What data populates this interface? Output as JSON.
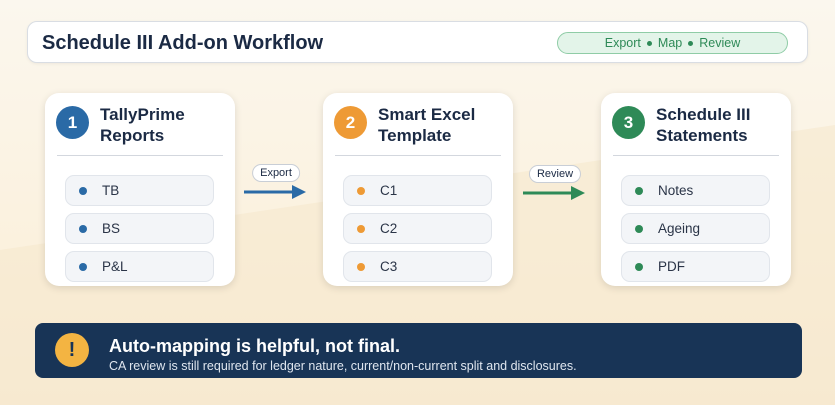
{
  "header": {
    "title": "Schedule III Add-on Workflow",
    "pill": [
      "Export",
      "Map",
      "Review"
    ]
  },
  "steps": [
    {
      "number": "1",
      "title": "TallyPrime Reports",
      "color": "#2a6aa6",
      "items": [
        "TB",
        "BS",
        "P&L"
      ]
    },
    {
      "number": "2",
      "title": "Smart Excel Template",
      "color": "#ee9a35",
      "items": [
        "C1",
        "C2",
        "C3"
      ]
    },
    {
      "number": "3",
      "title": "Schedule III Statements",
      "color": "#2e8a57",
      "items": [
        "Notes",
        "Ageing",
        "PDF"
      ]
    }
  ],
  "connectors": [
    {
      "label": "Export",
      "color": "#2a6aa6"
    },
    {
      "label": "Review",
      "color": "#2e8a57"
    }
  ],
  "banner": {
    "icon": "!",
    "title": "Auto-mapping is helpful, not final.",
    "text": "CA review is still required for ledger nature, current/non-current split and disclosures.",
    "icon_color": "#f3b442"
  }
}
